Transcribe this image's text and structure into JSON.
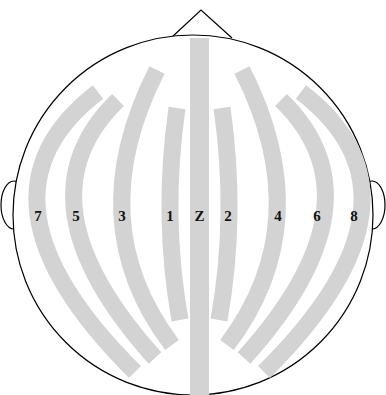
{
  "diagram": {
    "labels": [
      "7",
      "5",
      "3",
      "1",
      "Z",
      "2",
      "4",
      "6",
      "8"
    ]
  }
}
